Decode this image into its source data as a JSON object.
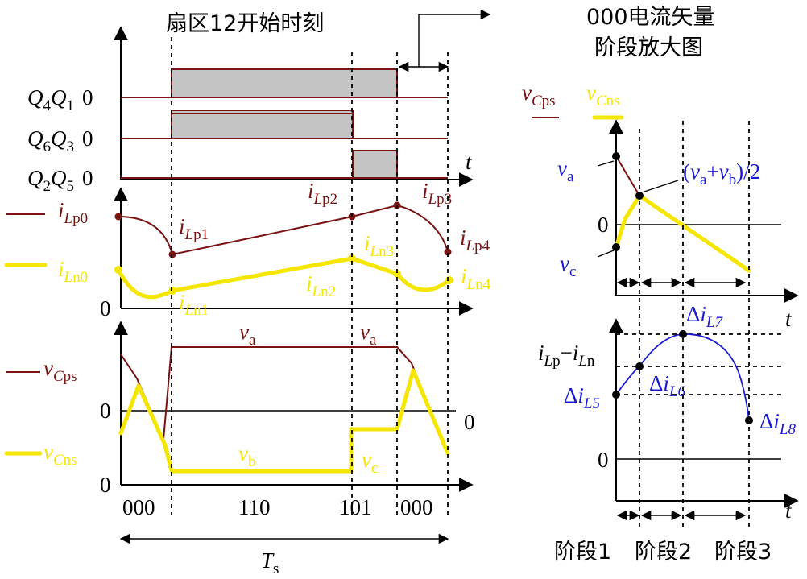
{
  "title_left": "扇区12开始时刻",
  "title_right_line1": "000电流矢量",
  "title_right_line2": "阶段放大图",
  "switch_rows": [
    {
      "a": "Q",
      "a_sub": "4",
      "b": "Q",
      "b_sub": "1",
      "zero": "0"
    },
    {
      "a": "Q",
      "a_sub": "6",
      "b": "Q",
      "b_sub": "3",
      "zero": "0"
    },
    {
      "a": "Q",
      "a_sub": "2",
      "b": "Q",
      "b_sub": "5",
      "zero": "0"
    }
  ],
  "t_label": "t",
  "current_labels": {
    "iLp0": {
      "main": "i",
      "sub1": "L",
      "sub2": "p0"
    },
    "iLn0": {
      "main": "i",
      "sub1": "L",
      "sub2": "n0"
    },
    "iLp1": {
      "main": "i",
      "sub1": "L",
      "sub2": "p1"
    },
    "iLp2": {
      "main": "i",
      "sub1": "L",
      "sub2": "p2"
    },
    "iLp3": {
      "main": "i",
      "sub1": "L",
      "sub2": "p3"
    },
    "iLp4": {
      "main": "i",
      "sub1": "L",
      "sub2": "p4"
    },
    "iLn1": {
      "main": "i",
      "sub1": "L",
      "sub2": "n1"
    },
    "iLn2": {
      "main": "i",
      "sub1": "L",
      "sub2": "n2"
    },
    "iLn3": {
      "main": "i",
      "sub1": "L",
      "sub2": "n3"
    },
    "iLn4": {
      "main": "i",
      "sub1": "L",
      "sub2": "n4"
    }
  },
  "voltage_labels": {
    "vCps": {
      "main": "v",
      "sub1": "C",
      "sub2": "ps"
    },
    "vCns": {
      "main": "v",
      "sub1": "C",
      "sub2": "ns"
    },
    "va": {
      "main": "v",
      "sub": "a"
    },
    "vb": {
      "main": "v",
      "sub": "b"
    },
    "vc": {
      "main": "v",
      "sub": "c"
    },
    "avg_open": "(",
    "avg_plus": "+",
    "avg_close": ")/2"
  },
  "zero": "0",
  "vector_codes": [
    "000",
    "110",
    "101",
    "000"
  ],
  "period": {
    "main": "T",
    "sub": "s"
  },
  "diff_label": {
    "a": "i",
    "a_sub1": "L",
    "a_sub2": "p",
    "minus": "−",
    "b": "i",
    "b_sub1": "L",
    "b_sub2": "n"
  },
  "delta_labels": [
    {
      "delta": "Δ",
      "main": "i",
      "sub1": "L",
      "sub2": "5"
    },
    {
      "delta": "Δ",
      "main": "i",
      "sub1": "L",
      "sub2": "6"
    },
    {
      "delta": "Δ",
      "main": "i",
      "sub1": "L",
      "sub2": "7"
    },
    {
      "delta": "Δ",
      "main": "i",
      "sub1": "L",
      "sub2": "8"
    }
  ],
  "stages": [
    "阶段1",
    "阶段2",
    "阶段3"
  ],
  "colors": {
    "positive_capacitor": "#7a1212",
    "negative_capacitor": "#f5e600",
    "zoom_label": "#1a1ad6"
  }
}
